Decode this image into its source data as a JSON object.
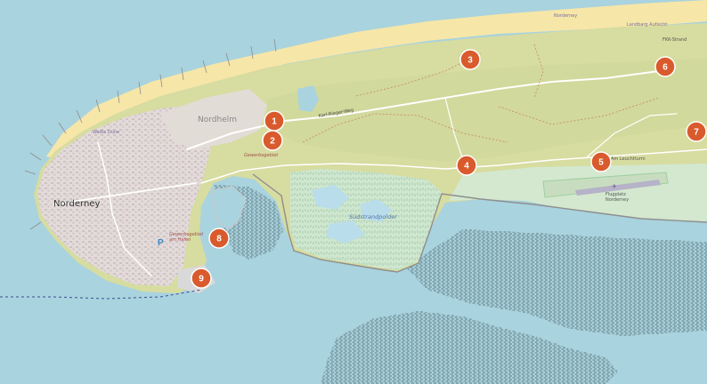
{
  "labels": {
    "town": "Norderney",
    "district": "Nordhelm",
    "harbor_business": "Gewerbegebiet\nam Hafen",
    "business_area": "Gewerbegebiet",
    "polder": "Südstrandpolder",
    "lighthouse": "Am Leuchtturm",
    "airport": "Flugplatz\nNorderney",
    "beach_north": "Norderney",
    "beach_east": "Landbarg Aufsicht",
    "beach_west": "Weiße Düne",
    "strand": "FKK-Strand",
    "road_main": "Karl-Rieger-Weg",
    "parking": "P"
  },
  "markers": [
    {
      "id": "1",
      "label": "1"
    },
    {
      "id": "2",
      "label": "2"
    },
    {
      "id": "3",
      "label": "3"
    },
    {
      "id": "4",
      "label": "4"
    },
    {
      "id": "5",
      "label": "5"
    },
    {
      "id": "6",
      "label": "6"
    },
    {
      "id": "7",
      "label": "7"
    },
    {
      "id": "8",
      "label": "8"
    },
    {
      "id": "9",
      "label": "9"
    }
  ],
  "colors": {
    "water": "#a9d3de",
    "marker": "#d95a2c",
    "land": "#d7dca0",
    "beach": "#f6e6a8",
    "town": "#e6dede",
    "wetland": "#cde8d8"
  }
}
